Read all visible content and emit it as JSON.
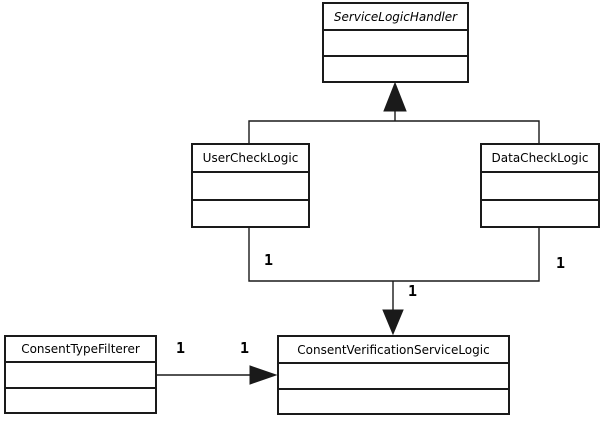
{
  "diagram": {
    "type": "uml-class-diagram",
    "background_color": "#ffffff",
    "line_color": "#1a1a1a",
    "text_color": "#000000",
    "classes": [
      {
        "name": "ServiceLogicHandler",
        "abstract": true,
        "attributes": [],
        "operations": []
      },
      {
        "name": "UserCheckLogic",
        "abstract": false,
        "attributes": [],
        "operations": []
      },
      {
        "name": "DataCheckLogic",
        "abstract": false,
        "attributes": [],
        "operations": []
      },
      {
        "name": "ConsentTypeFilterer",
        "abstract": false,
        "attributes": [],
        "operations": []
      },
      {
        "name": "ConsentVerificationServiceLogic",
        "abstract": false,
        "attributes": [],
        "operations": []
      }
    ],
    "relationships": [
      {
        "type": "generalization",
        "from": "UserCheckLogic",
        "to": "ServiceLogicHandler",
        "arrowhead": "filled-triangle"
      },
      {
        "type": "generalization",
        "from": "DataCheckLogic",
        "to": "ServiceLogicHandler",
        "arrowhead": "filled-triangle"
      },
      {
        "type": "directed-association",
        "from": "UserCheckLogic",
        "to": "ConsentVerificationServiceLogic",
        "source_multiplicity": "1",
        "target_multiplicity": "1",
        "arrowhead": "filled-triangle"
      },
      {
        "type": "directed-association",
        "from": "DataCheckLogic",
        "to": "ConsentVerificationServiceLogic",
        "source_multiplicity": "1",
        "target_multiplicity": "1",
        "arrowhead": "filled-triangle"
      },
      {
        "type": "directed-association",
        "from": "ConsentTypeFilterer",
        "to": "ConsentVerificationServiceLogic",
        "source_multiplicity": "1",
        "target_multiplicity": "1",
        "arrowhead": "filled-triangle"
      }
    ],
    "multiplicity_labels": [
      {
        "text": "1"
      },
      {
        "text": "1"
      },
      {
        "text": "1"
      },
      {
        "text": "1"
      },
      {
        "text": "1"
      }
    ]
  }
}
